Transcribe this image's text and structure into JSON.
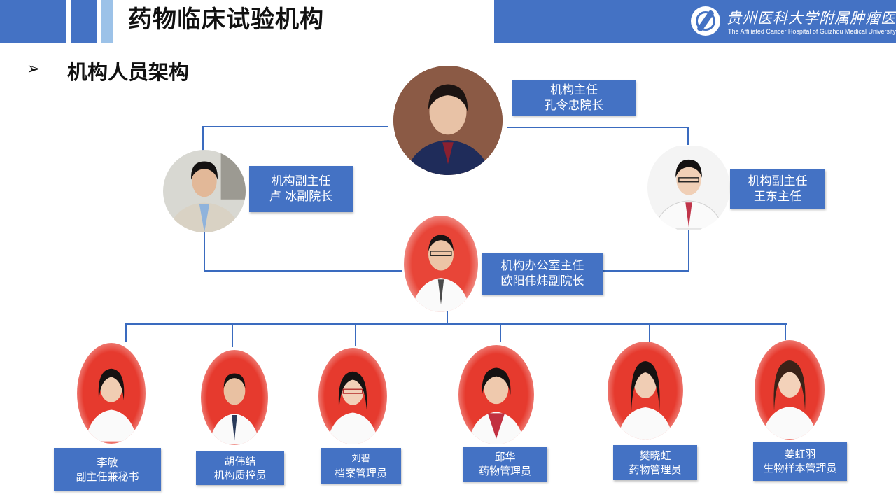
{
  "header": {
    "title": "药物临床试验机构",
    "logo_cn": "贵州医科大学附属肿瘤医院",
    "logo_en": "The Affiliated Cancer Hospital of Guizhou Medical University"
  },
  "section": {
    "arrow": "➢",
    "title": "机构人员架构"
  },
  "director": {
    "role": "机构主任",
    "name": "孔令忠院长"
  },
  "deputy_left": {
    "role": "机构副主任",
    "name": "卢  冰副院长"
  },
  "deputy_right": {
    "role": "机构副主任",
    "name": "王东主任"
  },
  "office": {
    "role": "机构办公室主任",
    "name": "欧阳伟炜副院长"
  },
  "staff": [
    {
      "name": "李敏",
      "role": "副主任兼秘书"
    },
    {
      "name": "胡伟结",
      "role": "机构质控员"
    },
    {
      "name": "刘碧",
      "role": "档案管理员"
    },
    {
      "name": "邱华",
      "role": "药物管理员"
    },
    {
      "name": "樊晓虹",
      "role": "药物管理员"
    },
    {
      "name": "姜虹羽",
      "role": "生物样本管理员"
    }
  ],
  "colors": {
    "accent": "#4472c4",
    "stripe_light": "#9cc2e8",
    "line": "#3a6bbf",
    "photo_red_bg": "#d42a20"
  }
}
